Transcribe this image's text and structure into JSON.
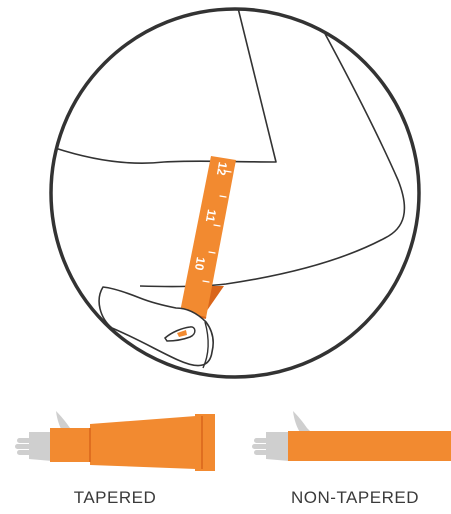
{
  "colors": {
    "sleeve_orange": "#f28a30",
    "sleeve_orange_dark": "#d9651a",
    "outline": "#333333",
    "hand_grey": "#cfcfcf",
    "caption_text": "#3a3a3a"
  },
  "tape": {
    "marks": [
      "12",
      "11",
      "10"
    ]
  },
  "captions": {
    "tapered": "TAPERED",
    "non_tapered": "NON-TAPERED"
  }
}
